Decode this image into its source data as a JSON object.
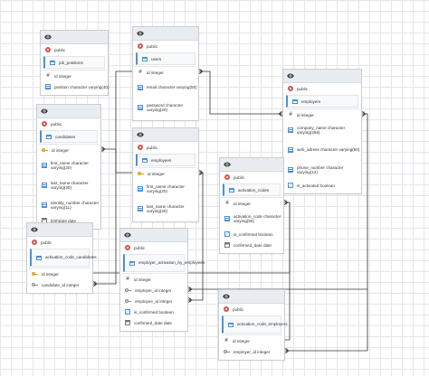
{
  "rel_color": "#333333",
  "tables": [
    {
      "id": "job_positions",
      "schema": "public",
      "name": "job_positions",
      "columns": [
        {
          "icon": "hash",
          "text": "id integer"
        },
        {
          "icon": "text",
          "text": "position character varying(40)"
        }
      ]
    },
    {
      "id": "users",
      "schema": "public",
      "name": "users",
      "columns": [
        {
          "icon": "hash",
          "text": "id integer"
        },
        {
          "icon": "text",
          "text": "email character varying(50)"
        },
        {
          "icon": "text",
          "text": "password character varying(20)"
        }
      ]
    },
    {
      "id": "employers",
      "schema": "public",
      "name": "employers",
      "columns": [
        {
          "icon": "hash",
          "text": "id integer"
        },
        {
          "icon": "text",
          "text": "company_name character varying(255)"
        },
        {
          "icon": "text",
          "text": "web_adress character varying(50)"
        },
        {
          "icon": "text",
          "text": "phone_number character varying(12)"
        },
        {
          "icon": "bool",
          "text": "is_activated boolean"
        }
      ]
    },
    {
      "id": "candidates",
      "schema": "public",
      "name": "candidates",
      "columns": [
        {
          "icon": "key",
          "text": "id integer"
        },
        {
          "icon": "text",
          "text": "first_name character varying(20)"
        },
        {
          "icon": "text",
          "text": "last_name character varying(20)"
        },
        {
          "icon": "text",
          "text": "identity_number character varying(11)"
        },
        {
          "icon": "date",
          "text": "birthdate date"
        }
      ]
    },
    {
      "id": "employees",
      "schema": "public",
      "name": "employees",
      "columns": [
        {
          "icon": "key",
          "text": "id integer"
        },
        {
          "icon": "text",
          "text": "first_name character varying(20)"
        },
        {
          "icon": "text",
          "text": "last_name character varying(20)"
        }
      ]
    },
    {
      "id": "activation_codes",
      "schema": "public",
      "name": "activation_codes",
      "columns": [
        {
          "icon": "hash",
          "text": "id integer"
        },
        {
          "icon": "text",
          "text": "activation_code character varying(50)"
        },
        {
          "icon": "bool",
          "text": "is_confirmed boolean"
        },
        {
          "icon": "date",
          "text": "confirmed_date date"
        }
      ]
    },
    {
      "id": "activation_code_candidates",
      "schema": "public",
      "name": "activation_code_candidates",
      "columns": [
        {
          "icon": "key",
          "text": "id integer"
        },
        {
          "icon": "fk",
          "text": "candidate_id integer"
        }
      ]
    },
    {
      "id": "employer_activation_by_employees",
      "schema": "public",
      "name": "employer_activation_by_employees",
      "columns": [
        {
          "icon": "hash",
          "text": "id integer"
        },
        {
          "icon": "fk",
          "text": "employer_id integer"
        },
        {
          "icon": "fk",
          "text": "employee_id integer"
        },
        {
          "icon": "bool",
          "text": "is_confirmed boolean"
        },
        {
          "icon": "date",
          "text": "confirmed_date date"
        }
      ]
    },
    {
      "id": "activation_code_employers",
      "schema": "public",
      "name": "activation_code_employers",
      "columns": [
        {
          "icon": "hash",
          "text": "id integer"
        },
        {
          "icon": "fk",
          "text": "employer_id integer"
        }
      ]
    }
  ]
}
